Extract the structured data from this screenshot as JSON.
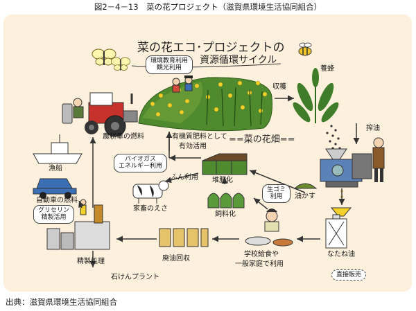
{
  "figure_title": "図2－4－13　菜の花プロジェクト（滋賀県環境生活協同組合）",
  "source_note": "出典：滋賀県環境生活協同組合",
  "diagram": {
    "heading_line1": "菜の花エコ･プロジェクトの",
    "heading_line2": "資源循環サイクル",
    "field_name": "==菜の花畑==",
    "bubbles": {
      "env_education": [
        "環境教育利用",
        "観光利用"
      ],
      "biogas": [
        "バイオガス",
        "エネルギー利用"
      ],
      "glycerin": [
        "グリセリン",
        "精製活用"
      ],
      "kitchen_waste": [
        "生ゴミ",
        "利用"
      ],
      "direct_sale": "直接販売"
    },
    "labels": {
      "bees": "養蜂",
      "harvest": "収穫",
      "press": "搾油",
      "oil_cake": "油かす",
      "rapeseed_oil": "なたね油",
      "school_home": [
        "学校給食や",
        "一般家庭で利用"
      ],
      "waste_oil": "廃油回収",
      "refining": "精製処理",
      "soap_plant": "石けんプラント",
      "tractor_fuel": "農耕車の燃料",
      "fishing_boat": "漁船",
      "car_fuel": "自動車の燃料",
      "organic_fertilizer": [
        "有機質肥料として",
        "有効活用"
      ],
      "composting": "堆肥化",
      "manure_use": "ふん利用",
      "livestock_feed": "家畜のえさ",
      "feed_making": "飼料化"
    }
  },
  "colors": {
    "panel": "#fdf0dc",
    "field_green": "#3f7d2a",
    "flower_yellow": "#f2d22a",
    "tractor_red": "#c7312c",
    "arrow": "#333333"
  }
}
